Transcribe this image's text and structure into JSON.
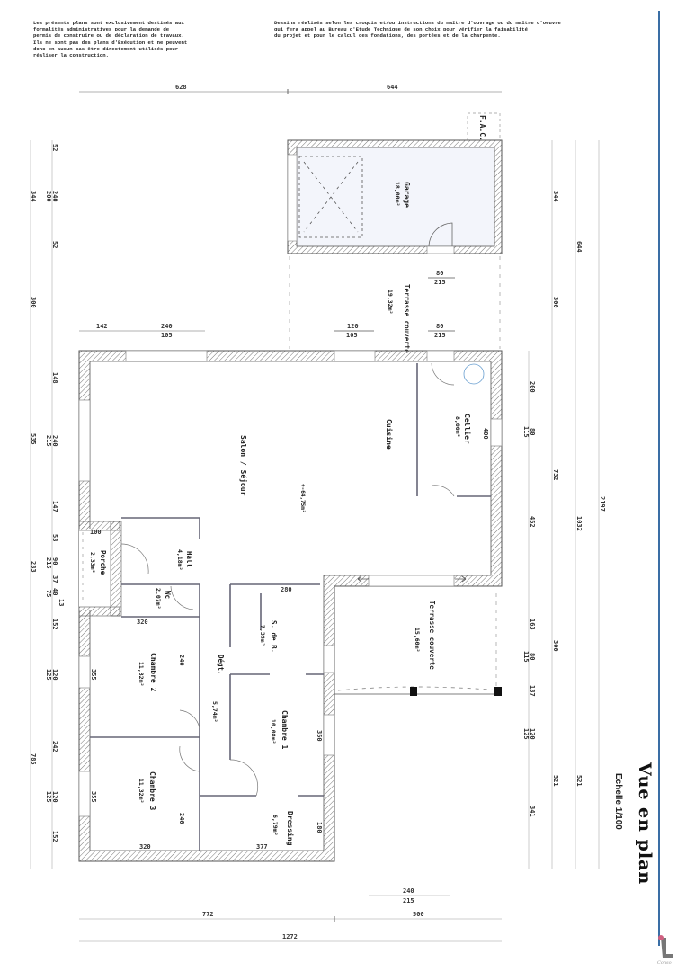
{
  "notes": {
    "left": "Les présents plans sont exclusivement destinés aux\nformalités administratives pour la demande de\npermis de construire ou de déclaration de travaux.\nIls ne sont pas des plans d'Exécution et ne peuvent\ndonc en aucun cas être directement utilisés pour\nréaliser la construction.",
    "right": "Dessins réalisés selon les croquis et/ou instructions du maître d'ouvrage ou du maître d'oeuvre\nqui fera appel au Bureau d'Etude Technique de son choix pour vérifier la faisabilité\ndu projet et pour le calcul des fondations, des portées et de la charpente."
  },
  "title": {
    "main": "Vue en plan",
    "scale": "Echelle 1/100"
  },
  "rooms": {
    "garage": {
      "name": "Garage",
      "area": "18,00m²"
    },
    "terrasse_top": {
      "name": "Terrasse couverte",
      "area": "19,32m²"
    },
    "salon": {
      "name": "Salon / Séjour",
      "area": "+-64,75m²"
    },
    "cuisine": {
      "name": "Cuisine"
    },
    "cellier": {
      "name": "Cellier",
      "area": "8,00m²"
    },
    "porche": {
      "name": "Porche",
      "area": "2,33m²"
    },
    "hall": {
      "name": "Hall",
      "area": "4,18m²"
    },
    "wc": {
      "name": "Wc",
      "area": "2,07m²"
    },
    "sdb": {
      "name": "S. de B.",
      "area": "7,39m²"
    },
    "degt": {
      "name": "Dégt.",
      "area": "5,74m²"
    },
    "chambre1": {
      "name": "Chambre 1",
      "area": "10,08m²"
    },
    "chambre2": {
      "name": "Chambre 2",
      "area": "11,32m²"
    },
    "chambre3": {
      "name": "Chambre 3",
      "area": "11,32m²"
    },
    "dressing": {
      "name": "Dressing",
      "area": "6,79m²"
    },
    "terrasse_bottom": {
      "name": "Terrasse couverte",
      "area": "15,60m²"
    },
    "fac": {
      "name": "F.A.C."
    }
  },
  "dimensions": {
    "top": [
      "628",
      "644"
    ],
    "top_window": [
      "142",
      "240",
      "105"
    ],
    "garage_door": [
      "80",
      "215"
    ],
    "terrasse_openings": [
      "120",
      "105",
      "80",
      "215"
    ],
    "bottom_window": [
      "240",
      "215"
    ],
    "bottom": [
      "772",
      "500"
    ],
    "bottom_total": "1272",
    "left_outer": [
      "344",
      "300",
      "535",
      "233",
      "785"
    ],
    "left_inner": [
      "52",
      "240",
      "200",
      "52",
      "148",
      "240",
      "215",
      "147",
      "53",
      "90",
      "215",
      "37",
      "40",
      "13",
      "75",
      "152",
      "120",
      "125",
      "242",
      "120",
      "125",
      "152"
    ],
    "right_1": [
      "200",
      "80",
      "115",
      "452",
      "163",
      "80",
      "115",
      "137",
      "120",
      "125",
      "341"
    ],
    "right_2": [
      "344",
      "300",
      "732",
      "300",
      "521"
    ],
    "right_3": [
      "644",
      "1032",
      "521"
    ],
    "right_4": "2197",
    "interior": [
      "100",
      "320",
      "280",
      "400",
      "240",
      "355",
      "350",
      "355",
      "240",
      "180",
      "320",
      "377"
    ]
  }
}
